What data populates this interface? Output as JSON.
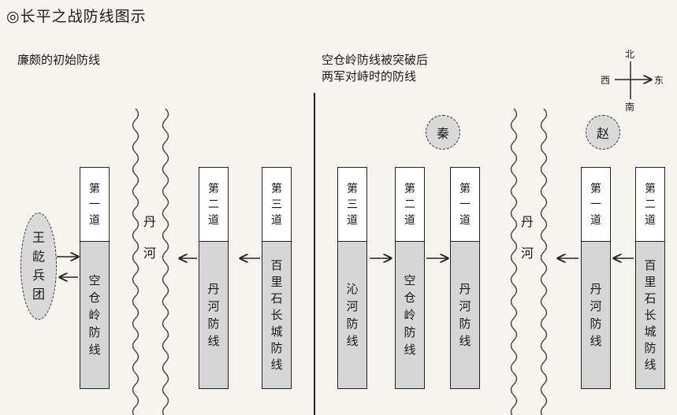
{
  "title": "◎长平之战防线图示",
  "left_panel": {
    "heading": "廉颇的初始防线",
    "wang_group": [
      "王",
      "龁",
      "兵",
      "团"
    ],
    "river": [
      "丹",
      "河"
    ],
    "columns": [
      {
        "order": [
          "第",
          "一",
          "道"
        ],
        "name": [
          "空",
          "仓",
          "岭",
          "防",
          "线"
        ]
      },
      {
        "order": [
          "第",
          "二",
          "道"
        ],
        "name": [
          "丹",
          "河",
          "防",
          "线"
        ]
      },
      {
        "order": [
          "第",
          "三",
          "道"
        ],
        "name": [
          "百",
          "里",
          "石",
          "长",
          "城",
          "防",
          "线"
        ]
      }
    ]
  },
  "right_panel": {
    "heading": [
      "空仓岭防线被突破后",
      "两军对峙时的防线"
    ],
    "qin_badge": "秦",
    "zhao_badge": "赵",
    "river": [
      "丹",
      "河"
    ],
    "columns": [
      {
        "order": [
          "第",
          "三",
          "道"
        ],
        "name": [
          "沁",
          "河",
          "防",
          "线"
        ]
      },
      {
        "order": [
          "第",
          "二",
          "道"
        ],
        "name": [
          "空",
          "仓",
          "岭",
          "防",
          "线"
        ]
      },
      {
        "order": [
          "第",
          "一",
          "道"
        ],
        "name": [
          "丹",
          "河",
          "防",
          "线"
        ]
      },
      {
        "order": [
          "第",
          "一",
          "道"
        ],
        "name": [
          "丹",
          "河",
          "防",
          "线"
        ]
      },
      {
        "order": [
          "第",
          "二",
          "道"
        ],
        "name": [
          "百",
          "里",
          "石",
          "长",
          "城",
          "防",
          "线"
        ]
      }
    ]
  },
  "compass": {
    "north": "北",
    "south": "南",
    "west": "西",
    "east": "东"
  }
}
